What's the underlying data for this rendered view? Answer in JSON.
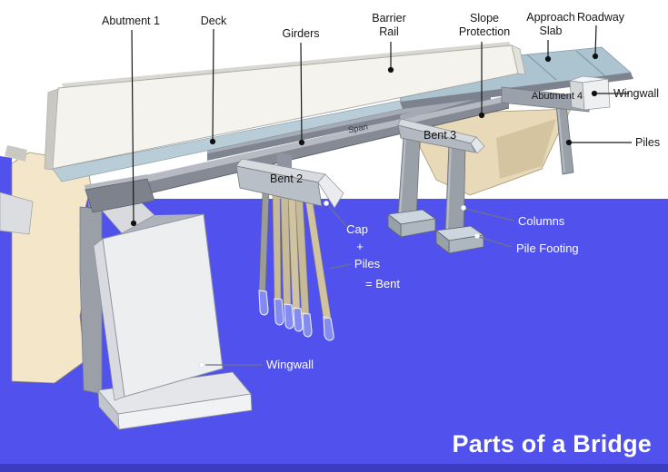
{
  "title": "Parts of a Bridge",
  "labels": {
    "abutment1": "Abutment 1",
    "deck": "Deck",
    "girders": "Girders",
    "barrier_rail": "Barrier Rail",
    "slope_protection": "Slope Protection",
    "approach_slab": "Approach Slab",
    "roadway": "Roadway",
    "abutment4": "Abutment 4",
    "wingwall_right": "Wingwall",
    "piles_right": "Piles",
    "bent3": "Bent 3",
    "bent2": "Bent 2",
    "span": "Span",
    "cap": "Cap",
    "plus": "+",
    "piles_bent": "Piles",
    "equals_bent": "= Bent",
    "columns": "Columns",
    "pile_footing": "Pile Footing",
    "wingwall_left": "Wingwall"
  },
  "colors": {
    "water": "#5152ee",
    "water_deep": "#3b3cc0",
    "sky": "#ffffff",
    "slope_tan": "#f4e6c8",
    "slope_tan_right": "#e8dab9",
    "deck_blue": "#abc4d0",
    "concrete_light": "#eceef0",
    "girder_gray": "#858a95",
    "label_dark": "#161616",
    "label_light": "#ffffff"
  }
}
